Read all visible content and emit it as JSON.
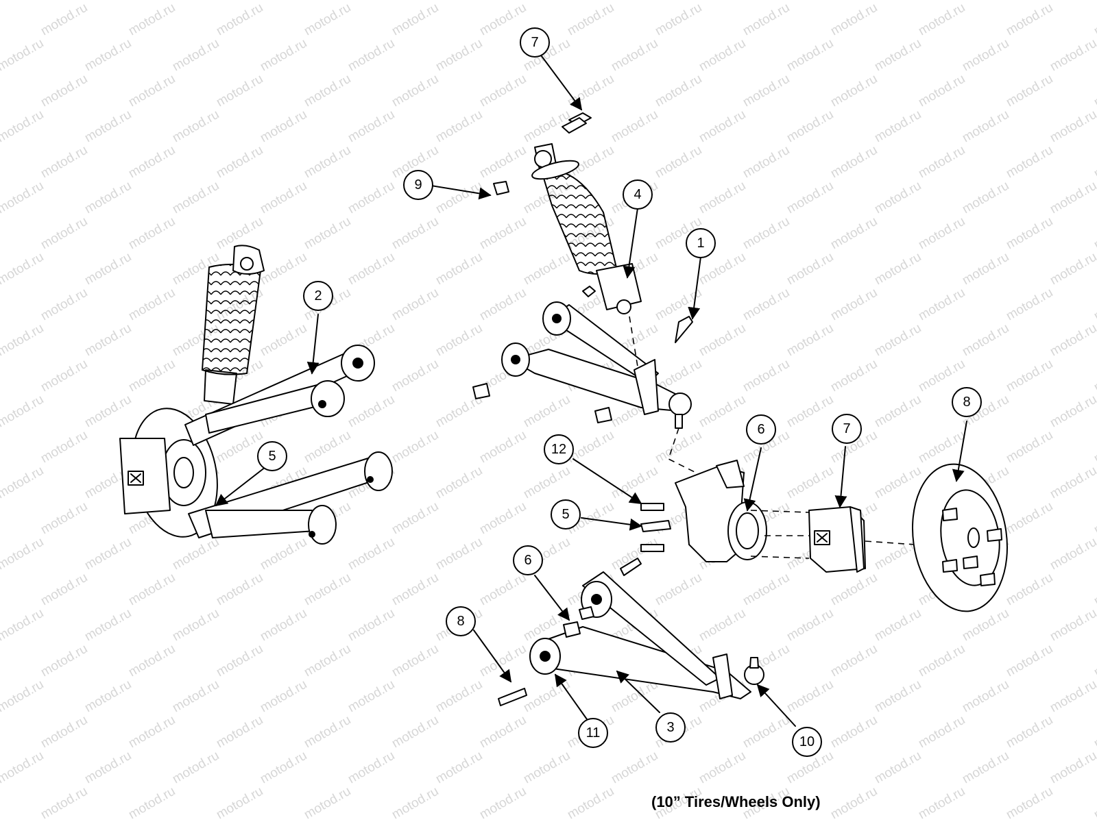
{
  "watermark": "motod.ru",
  "caption": "(10” Tires/Wheels Only)",
  "callouts": [
    {
      "id": "c7-top",
      "label": "7"
    },
    {
      "id": "c9",
      "label": "9"
    },
    {
      "id": "c4",
      "label": "4"
    },
    {
      "id": "c1",
      "label": "1"
    },
    {
      "id": "c2",
      "label": "2"
    },
    {
      "id": "c5-left",
      "label": "5"
    },
    {
      "id": "c6-upper",
      "label": "6"
    },
    {
      "id": "c7-right",
      "label": "7"
    },
    {
      "id": "c8-right",
      "label": "8"
    },
    {
      "id": "c12",
      "label": "12"
    },
    {
      "id": "c5-mid",
      "label": "5"
    },
    {
      "id": "c6-lower",
      "label": "6"
    },
    {
      "id": "c8-lower",
      "label": "8"
    },
    {
      "id": "c11",
      "label": "11"
    },
    {
      "id": "c3",
      "label": "3"
    },
    {
      "id": "c10",
      "label": "10"
    }
  ]
}
